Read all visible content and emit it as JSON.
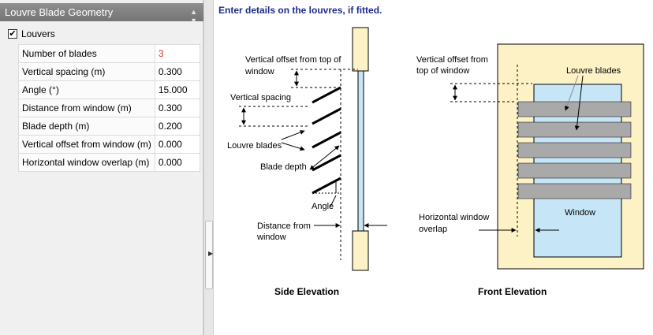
{
  "panel": {
    "title": "Louvre Blade Geometry",
    "collapse_icon": "double-chevron-icon",
    "louvers": {
      "label": "Louvers",
      "checked": true
    },
    "rows": [
      {
        "label": "Number of blades",
        "value": "3",
        "highlight": true
      },
      {
        "label": "Vertical spacing (m)",
        "value": "0.300"
      },
      {
        "label": "Angle (°)",
        "value": "15.000"
      },
      {
        "label": "Distance from window (m)",
        "value": "0.300"
      },
      {
        "label": "Blade depth (m)",
        "value": "0.200"
      },
      {
        "label": "Vertical offset from window (m)",
        "value": "0.000"
      },
      {
        "label": "Horizontal window overlap (m)",
        "value": "0.000"
      }
    ]
  },
  "diagram": {
    "instruction": "Enter details on the louvres, if fitted.",
    "side": {
      "vertical_offset_label_1": "Vertical offset from top of",
      "vertical_offset_label_2": "window",
      "vertical_spacing_label": "Vertical spacing",
      "louvre_blades_label": "Louvre blades",
      "blade_depth_label": "Blade depth",
      "angle_label": "Angle",
      "distance_label_1": "Distance from",
      "distance_label_2": "window",
      "caption": "Side Elevation"
    },
    "front": {
      "vertical_offset_label_1": "Vertical offset from",
      "vertical_offset_label_2": "top of window",
      "louvre_blades_label": "Louvre blades",
      "window_label": "Window",
      "overlap_label_1": "Horizontal window",
      "overlap_label_2": "overlap",
      "caption": "Front Elevation"
    }
  },
  "colors": {
    "frame_fill": "#fdf2c6",
    "glass_fill": "#c6e6f8",
    "blade_fill": "#a9a9a9",
    "instruction_text": "#1d2a8c",
    "highlight_value": "#e03030"
  }
}
